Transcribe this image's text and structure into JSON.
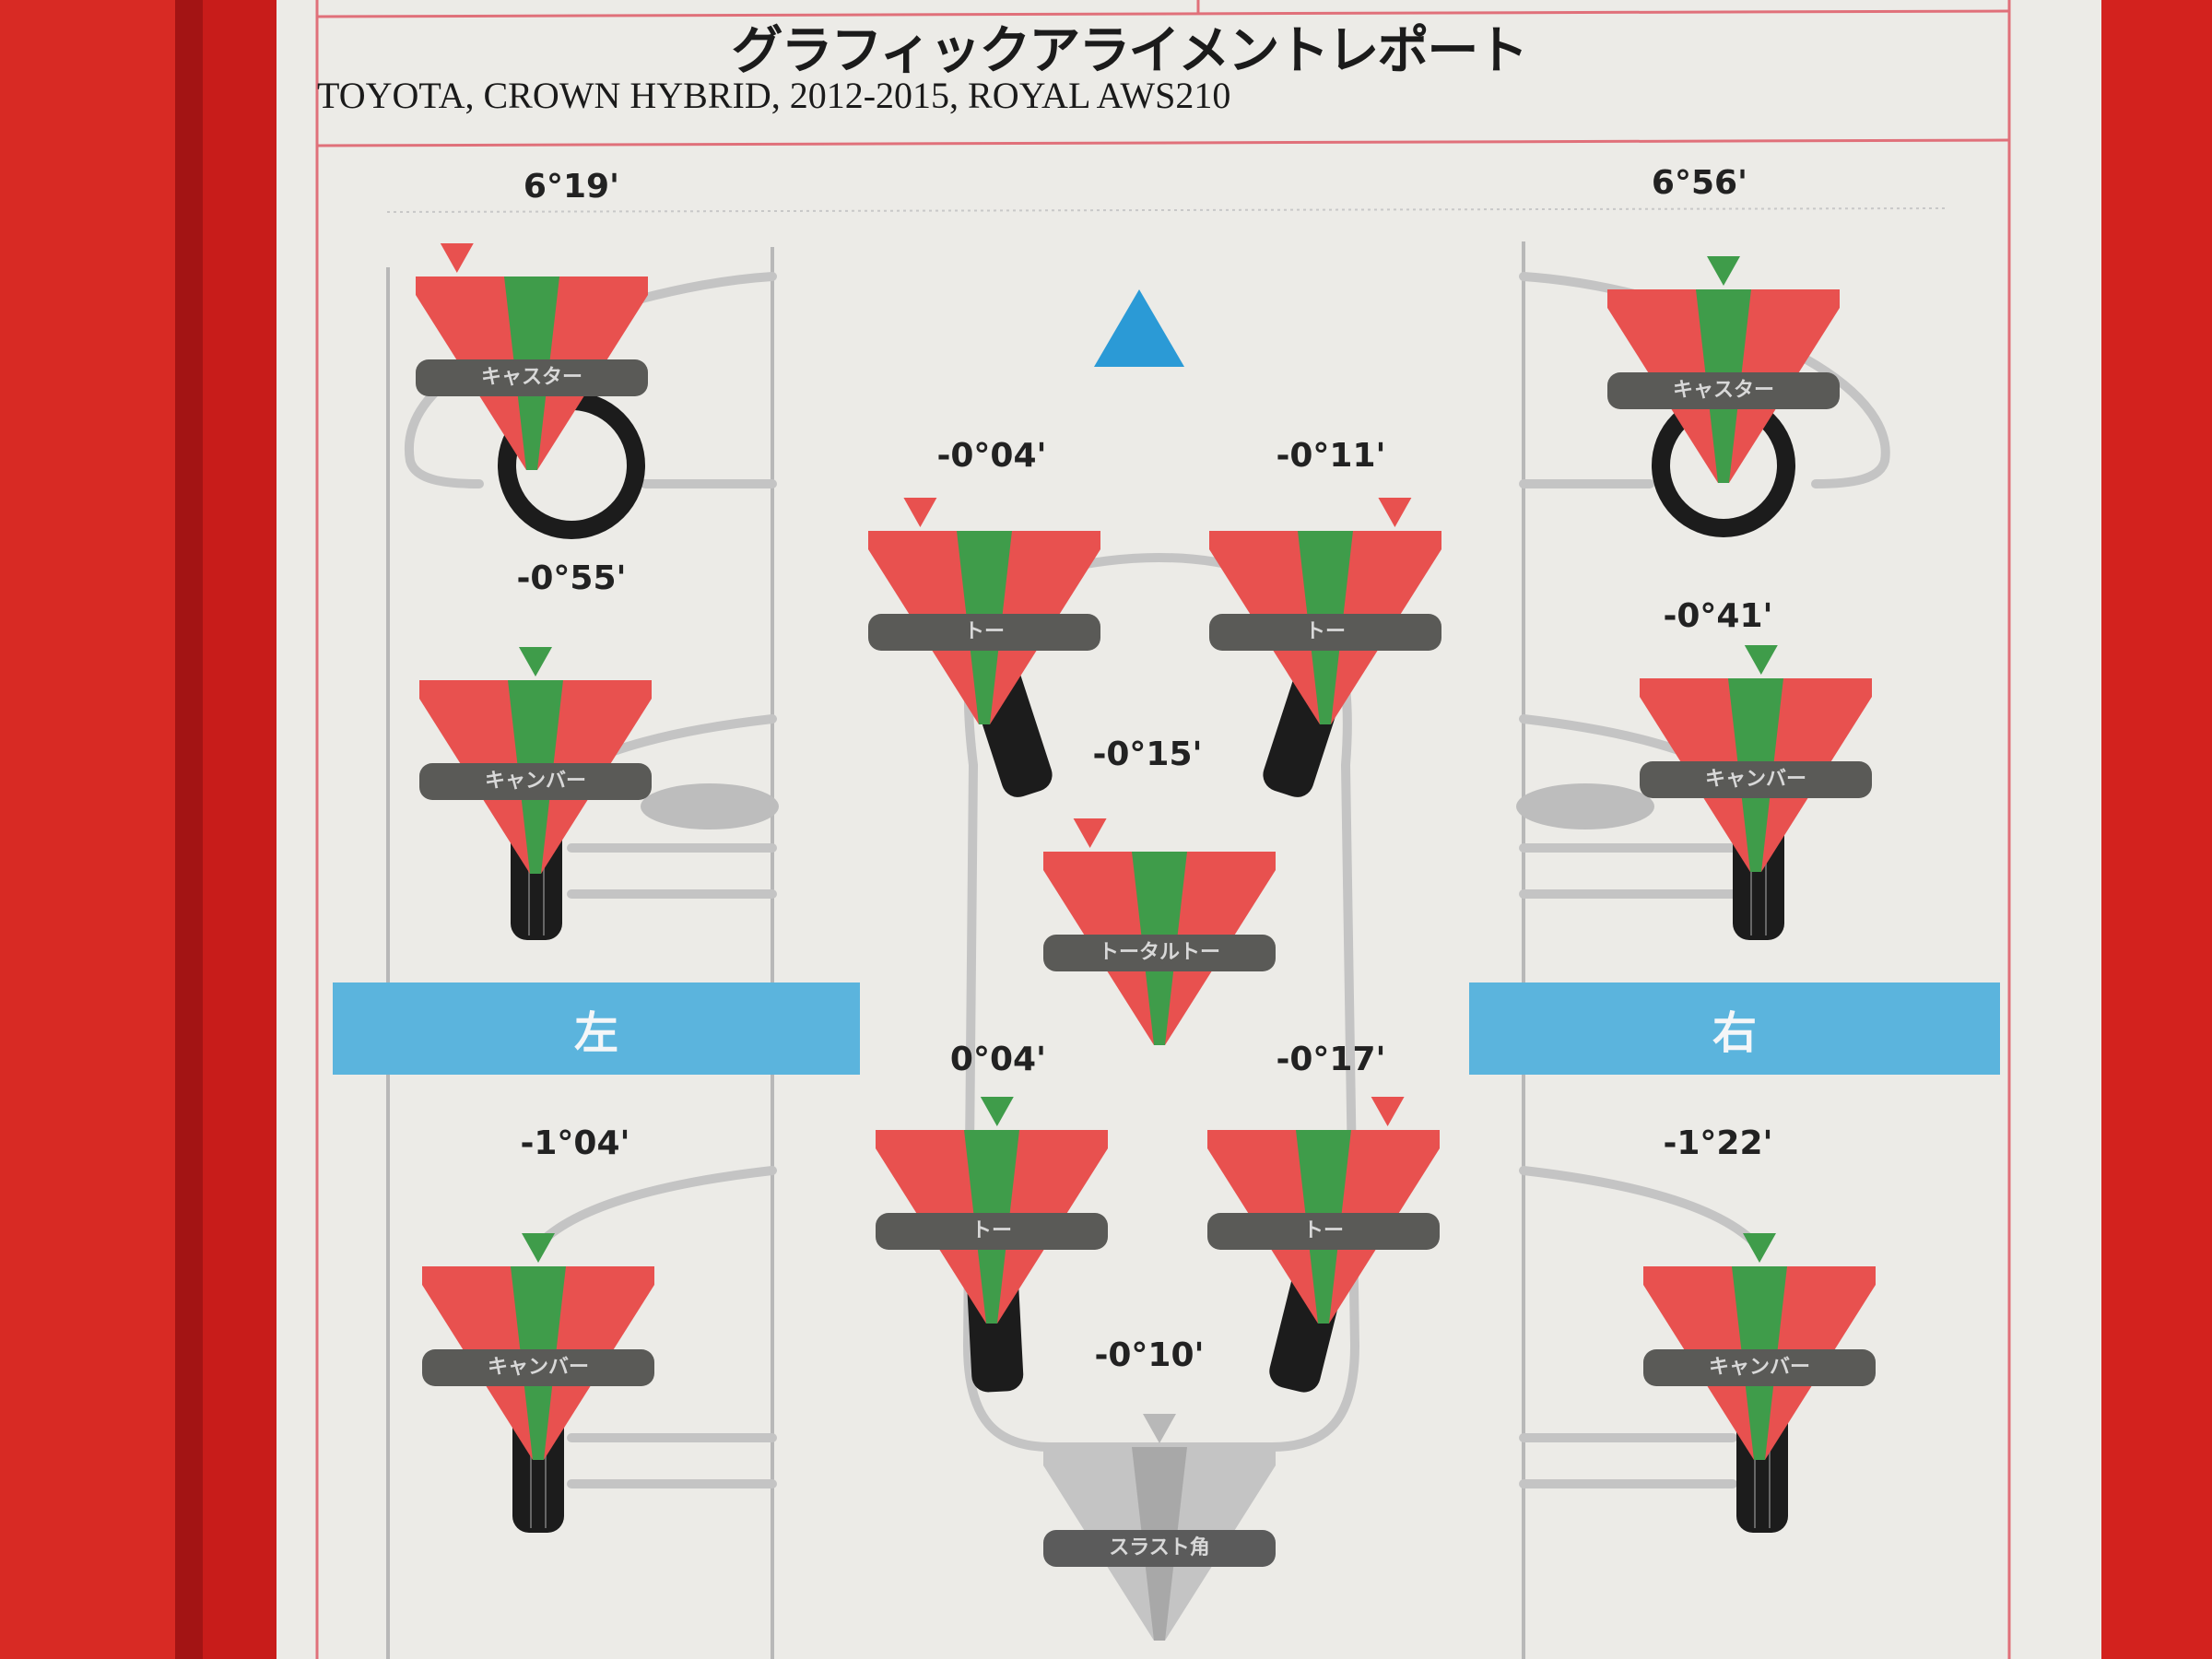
{
  "header": {
    "title": "グラフィックアライメントレポート",
    "vehicle": "TOYOTA, CROWN HYBRID, 2012-2015, ROYAL AWS210"
  },
  "sides": {
    "left": "左",
    "right": "右"
  },
  "values": {
    "left_caster": "6°19'",
    "right_caster": "6°56'",
    "front_left_toe": "-0°04'",
    "front_right_toe": "-0°11'",
    "front_left_camber": "-0°55'",
    "front_right_camber": "-0°41'",
    "front_total_toe": "-0°15'",
    "rear_left_toe": "0°04'",
    "rear_right_toe": "-0°17'",
    "rear_left_camber": "-1°04'",
    "rear_right_camber": "-1°22'",
    "thrust_angle": "-0°10'"
  },
  "gauges": {
    "left_caster": {
      "label": "キャスター",
      "marker": "red",
      "marker_pos": -0.7
    },
    "right_caster": {
      "label": "キャスター",
      "marker": "green",
      "marker_pos": 0
    },
    "front_left_camber": {
      "label": "キャンバー",
      "marker": "green",
      "marker_pos": 0
    },
    "front_right_camber": {
      "label": "キャンバー",
      "marker": "green",
      "marker_pos": 0.05
    },
    "front_left_toe": {
      "label": "トー",
      "marker": "red",
      "marker_pos": -0.6
    },
    "front_right_toe": {
      "label": "トー",
      "marker": "red",
      "marker_pos": 0.65
    },
    "front_total_toe": {
      "label": "トータルトー",
      "marker": "red",
      "marker_pos": -0.65
    },
    "rear_left_toe": {
      "label": "トー",
      "marker": "green",
      "marker_pos": 0.05
    },
    "rear_right_toe": {
      "label": "トー",
      "marker": "red",
      "marker_pos": 0.6
    },
    "rear_left_camber": {
      "label": "キャンバー",
      "marker": "green",
      "marker_pos": 0
    },
    "rear_right_camber": {
      "label": "キャンバー",
      "marker": "green",
      "marker_pos": 0
    },
    "thrust_angle": {
      "label": "スラスト角",
      "marker": "gray",
      "marker_pos": 0
    }
  },
  "colors": {
    "red": "#e8514f",
    "green": "#3f9c4a",
    "gray": "#b8b8b8",
    "blue": "#2b9ad6",
    "side_bar": "#5bb4dd"
  }
}
